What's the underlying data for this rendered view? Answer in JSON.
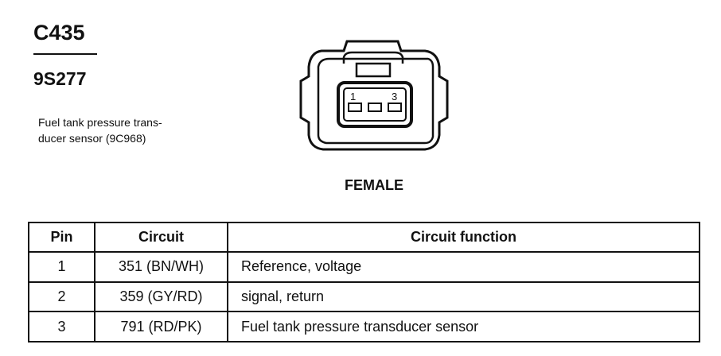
{
  "connector": {
    "id": "C435",
    "part_number": "9S277",
    "description": "Fuel tank pressure trans-\nducer sensor (9C968)",
    "gender": "FEMALE",
    "pin_labels": {
      "first": "1",
      "last": "3"
    }
  },
  "table": {
    "headers": {
      "pin": "Pin",
      "circuit": "Circuit",
      "function": "Circuit function"
    },
    "rows": [
      {
        "pin": "1",
        "circuit": "351 (BN/WH)",
        "function": "Reference, voltage"
      },
      {
        "pin": "2",
        "circuit": "359 (GY/RD)",
        "function": "signal, return"
      },
      {
        "pin": "3",
        "circuit": "791 (RD/PK)",
        "function": "Fuel tank pressure transducer sensor"
      }
    ]
  }
}
